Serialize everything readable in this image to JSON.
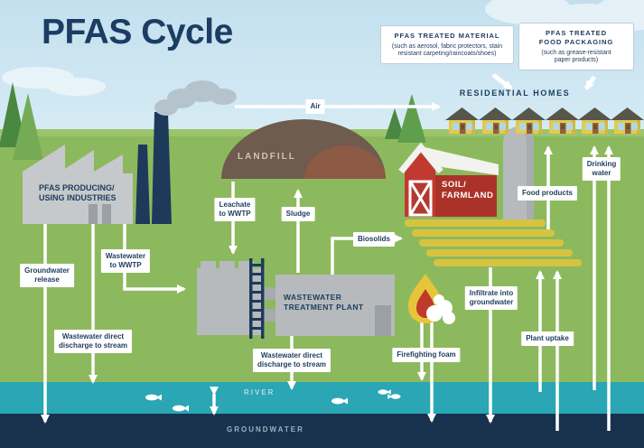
{
  "title": "PFAS Cycle",
  "scene": {
    "industries": "PFAS PRODUCING/\nUSING INDUSTRIES",
    "landfill": "LANDFILL",
    "soil_farmland": "SOIL/\nFARMLAND",
    "wwtp": "WASTEWATER\nTREATMENT PLANT",
    "residential_homes": "RESIDENTIAL HOMES",
    "river": "RIVER",
    "groundwater": "GROUNDWATER"
  },
  "labels": {
    "air": "Air",
    "groundwater_release": "Groundwater\nrelease",
    "wastewater_to_wwtp": "Wastewater\nto WWTP",
    "wastewater_direct_left": "Wastewater direct\ndischarge to stream",
    "leachate_to_wwtp": "Leachate\nto WWTP",
    "sludge": "Sludge",
    "biosolids": "Biosolids",
    "wastewater_direct_right": "Wastewater direct\ndischarge to stream",
    "firefighting_foam": "Firefighting foam",
    "infiltrate_groundwater": "Infiltrate into\ngroundwater",
    "plant_uptake": "Plant uptake",
    "food_products": "Food products",
    "drinking_water": "Drinking\nwater"
  },
  "callouts": {
    "treated_material": {
      "title": "PFAS TREATED MATERIAL",
      "subtitle": "(such as aerosol, fabric protectors, stain\nresistant carpeting/raincoats/shoes)"
    },
    "food_packaging": {
      "title": "PFAS TREATED\nFOOD PACKAGING",
      "subtitle": "(such as grease-resistant\npaper products)"
    }
  },
  "colors": {
    "sky": "#cbe4f0",
    "grass": "#8db95e",
    "grass_horizon": "#9cc46b",
    "river": "#2aa6b4",
    "groundwater": "#18324e",
    "navy_text": "#1d3c5e",
    "factory_gray": "#c6c9cb",
    "stack_navy": "#1d3a5a",
    "landfill_brown": "#6e5c4f",
    "landfill_red_brown": "#8d5a46",
    "barn_red": "#c03a30",
    "barn_red_dark": "#ab3229",
    "house_yellow": "#e5c94f",
    "house_roof": "#57564a",
    "crop_yellow": "#d6c441",
    "flame_yellow": "#e7c53a",
    "flame_red": "#bf3a2b",
    "arrow_white": "#ffffff"
  }
}
